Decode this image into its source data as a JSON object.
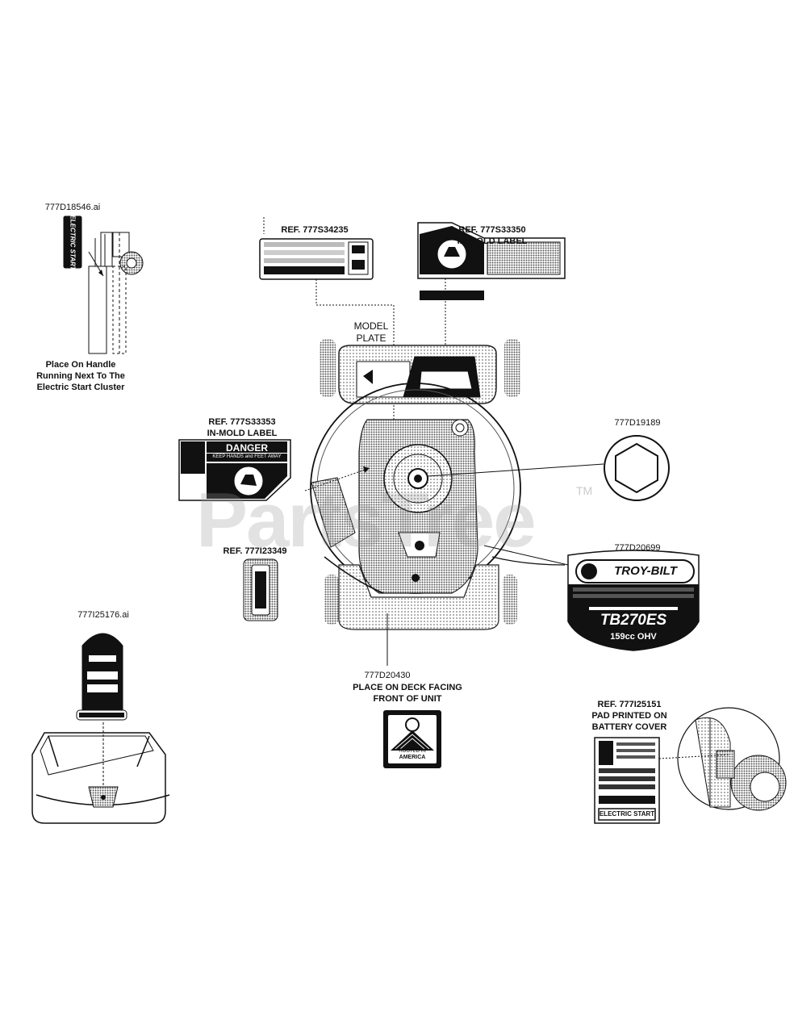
{
  "watermark": {
    "text": "PartsTree",
    "tm": "TM"
  },
  "labels": {
    "file_electric_start": "777D18546.ai",
    "electric_start_decal": "ELECTRIC START",
    "place_on_handle_1": "Place On Handle",
    "place_on_handle_2": "Running Next To The",
    "place_on_handle_3": "Electric Start Cluster",
    "ref_34235": "REF. 777S34235",
    "ref_33350_1": "REF. 777S33350",
    "ref_33350_2": "IN-MOLD LABEL",
    "model_plate_1": "MODEL",
    "model_plate_2": "PLATE",
    "ref_33353_1": "REF. 777S33353",
    "ref_33353_2": "IN-MOLD LABEL",
    "danger": "DANGER",
    "danger_small": "KEEP HANDS and FEET AWAY",
    "part_19189": "777D19189",
    "part_20699": "777D20699",
    "brand": "TROY-BILT",
    "model": "TB270ES",
    "engine": "159cc OHV",
    "ref_23349": "REF. 777I23349",
    "file_25176": "777I25176.ai",
    "part_20430_1": "777D20430",
    "part_20430_2": "PLACE ON DECK FACING",
    "part_20430_3": "FRONT OF UNIT",
    "rooted_1": "ROOTED IN",
    "rooted_2": "AMERICA",
    "ref_25151_1": "REF. 777I25151",
    "ref_25151_2": "PAD PRINTED ON",
    "ref_25151_3": "BATTERY COVER",
    "battery_electric_start": "ELECTRIC START"
  },
  "icons": [
    "hand-warning-icon",
    "hexagon-socket-icon",
    "rooted-in-america-logo"
  ],
  "colors": {
    "ink": "#111111",
    "stipple": "#8a8a8a",
    "watermark": "#c8c8c8"
  }
}
